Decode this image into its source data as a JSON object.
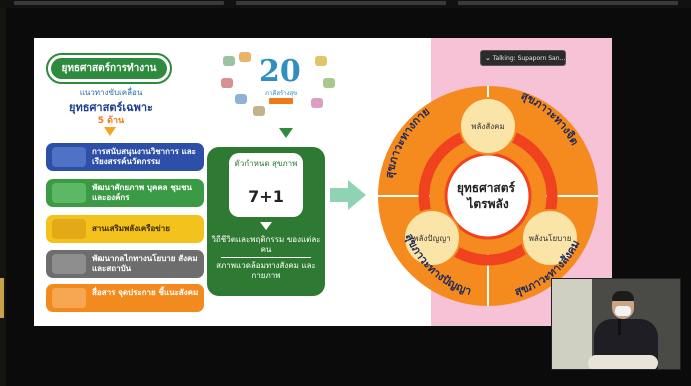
{
  "left_panel": {
    "title": "ยุทธศาสตร์การทำงาน",
    "drive_text": "แนวทางขับเคลื่อน",
    "specific": "ยุทธศาสตร์เฉพาะ",
    "count": "5 ด้าน",
    "strategies": [
      {
        "label": "การสนับสนุนงานวิชาการ และเรียงสรรค์นวัตกรรม",
        "icon": "research-icon"
      },
      {
        "label": "พัฒนาศักยภาพ บุคคล ชุมชน และองค์กร",
        "icon": "network-icon"
      },
      {
        "label": "สานเสริมพลังเครือข่าย",
        "icon": "people-tree-icon"
      },
      {
        "label": "พัฒนากลไกทางนโยบาย สังคม และสถาบัน",
        "icon": "city-icon"
      },
      {
        "label": "สื่อสาร จุดประกาย ชี้แนะสังคม",
        "icon": "megaphone-icon"
      }
    ]
  },
  "logo": {
    "number": "20",
    "tagline": "ภาคีสร้างสุข"
  },
  "middle": {
    "caption": "ตัวกำหนด สุขภาพ",
    "value": "7+1",
    "text1": "วิถีชีวิตและพฤติกรรม ของแต่ละคน",
    "text2": "สภาพแวดล้อมทางสังคม และกายภาพ"
  },
  "diagram": {
    "center": "ยุทธศาสตร์ ไตรพลัง",
    "nodes": [
      "พลังสังคม",
      "พลังปัญญา",
      "พลังนโยบาย"
    ],
    "ring_labels": [
      "สุขภาวะทางกาย",
      "สุขภาวะทางจิต",
      "สุขภาวะทางปัญญา",
      "สุขภาวะทางสังคม"
    ],
    "colors": {
      "ring": "#f58a1f",
      "inner_ring": "#f0421e",
      "node": "#fbe4a8",
      "center": "#ffffff"
    }
  },
  "meeting": {
    "talking": "Talking: Supaporn San..."
  }
}
